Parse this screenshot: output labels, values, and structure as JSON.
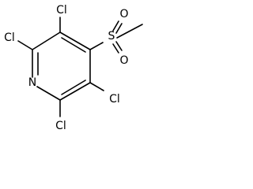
{
  "molecule": {
    "atoms": {
      "cl_top": "Cl",
      "cl_left_upper": "Cl",
      "n_ring": "N",
      "cl_left_lower": "Cl",
      "cl_right_lower": "Cl",
      "s_sulfonyl": "S",
      "o_upper": "O",
      "o_lower": "O"
    }
  }
}
